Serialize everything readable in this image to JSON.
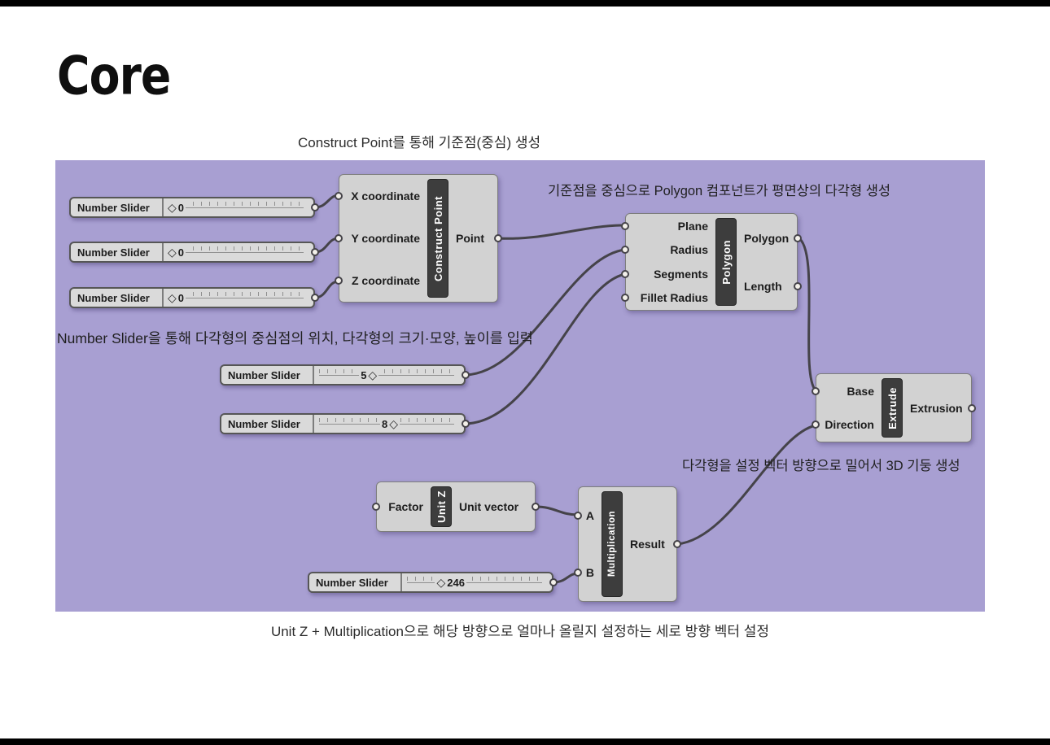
{
  "page": {
    "title": "Core",
    "top_annotation": "Construct Point를 통해 기준점(중심) 생성",
    "bottom_annotation": "Unit Z + Multiplication으로 해당 방향으로 얼마나 올릴지 설정하는 세로 방향 벡터 설정"
  },
  "canvas": {
    "annotations": {
      "polygon": "기준점을 중심으로 Polygon 컴포넌트가 평면상의 다각형 생성",
      "sliders": "Number Slider을 통해 다각형의 중심점의 위치, 다각형의 크기·모양, 높이를 입력",
      "extrude": "다각형을 설정 벡터 방향으로 밀어서 3D 기둥 생성"
    },
    "sliders": [
      {
        "label": "Number Slider",
        "value": "0"
      },
      {
        "label": "Number Slider",
        "value": "0"
      },
      {
        "label": "Number Slider",
        "value": "0"
      },
      {
        "label": "Number Slider",
        "value": "5"
      },
      {
        "label": "Number Slider",
        "value": "8"
      },
      {
        "label": "Number Slider",
        "value": "246"
      }
    ],
    "components": {
      "construct_point": {
        "name": "Construct Point",
        "inputs": [
          "X coordinate",
          "Y coordinate",
          "Z coordinate"
        ],
        "outputs": [
          "Point"
        ]
      },
      "polygon": {
        "name": "Polygon",
        "inputs": [
          "Plane",
          "Radius",
          "Segments",
          "Fillet Radius"
        ],
        "outputs": [
          "Polygon",
          "Length"
        ]
      },
      "extrude": {
        "name": "Extrude",
        "inputs": [
          "Base",
          "Direction"
        ],
        "outputs": [
          "Extrusion"
        ]
      },
      "unit_z": {
        "name": "Unit Z",
        "inputs": [
          "Factor"
        ],
        "outputs": [
          "Unit vector"
        ]
      },
      "multiplication": {
        "name": "Multiplication",
        "inputs": [
          "A",
          "B"
        ],
        "outputs": [
          "Result"
        ]
      }
    },
    "colors": {
      "canvas_bg": "#a89fd2",
      "component_bg": "#d2d2d2",
      "namebar_bg": "#3d3d3d",
      "wire": "#454349"
    }
  }
}
